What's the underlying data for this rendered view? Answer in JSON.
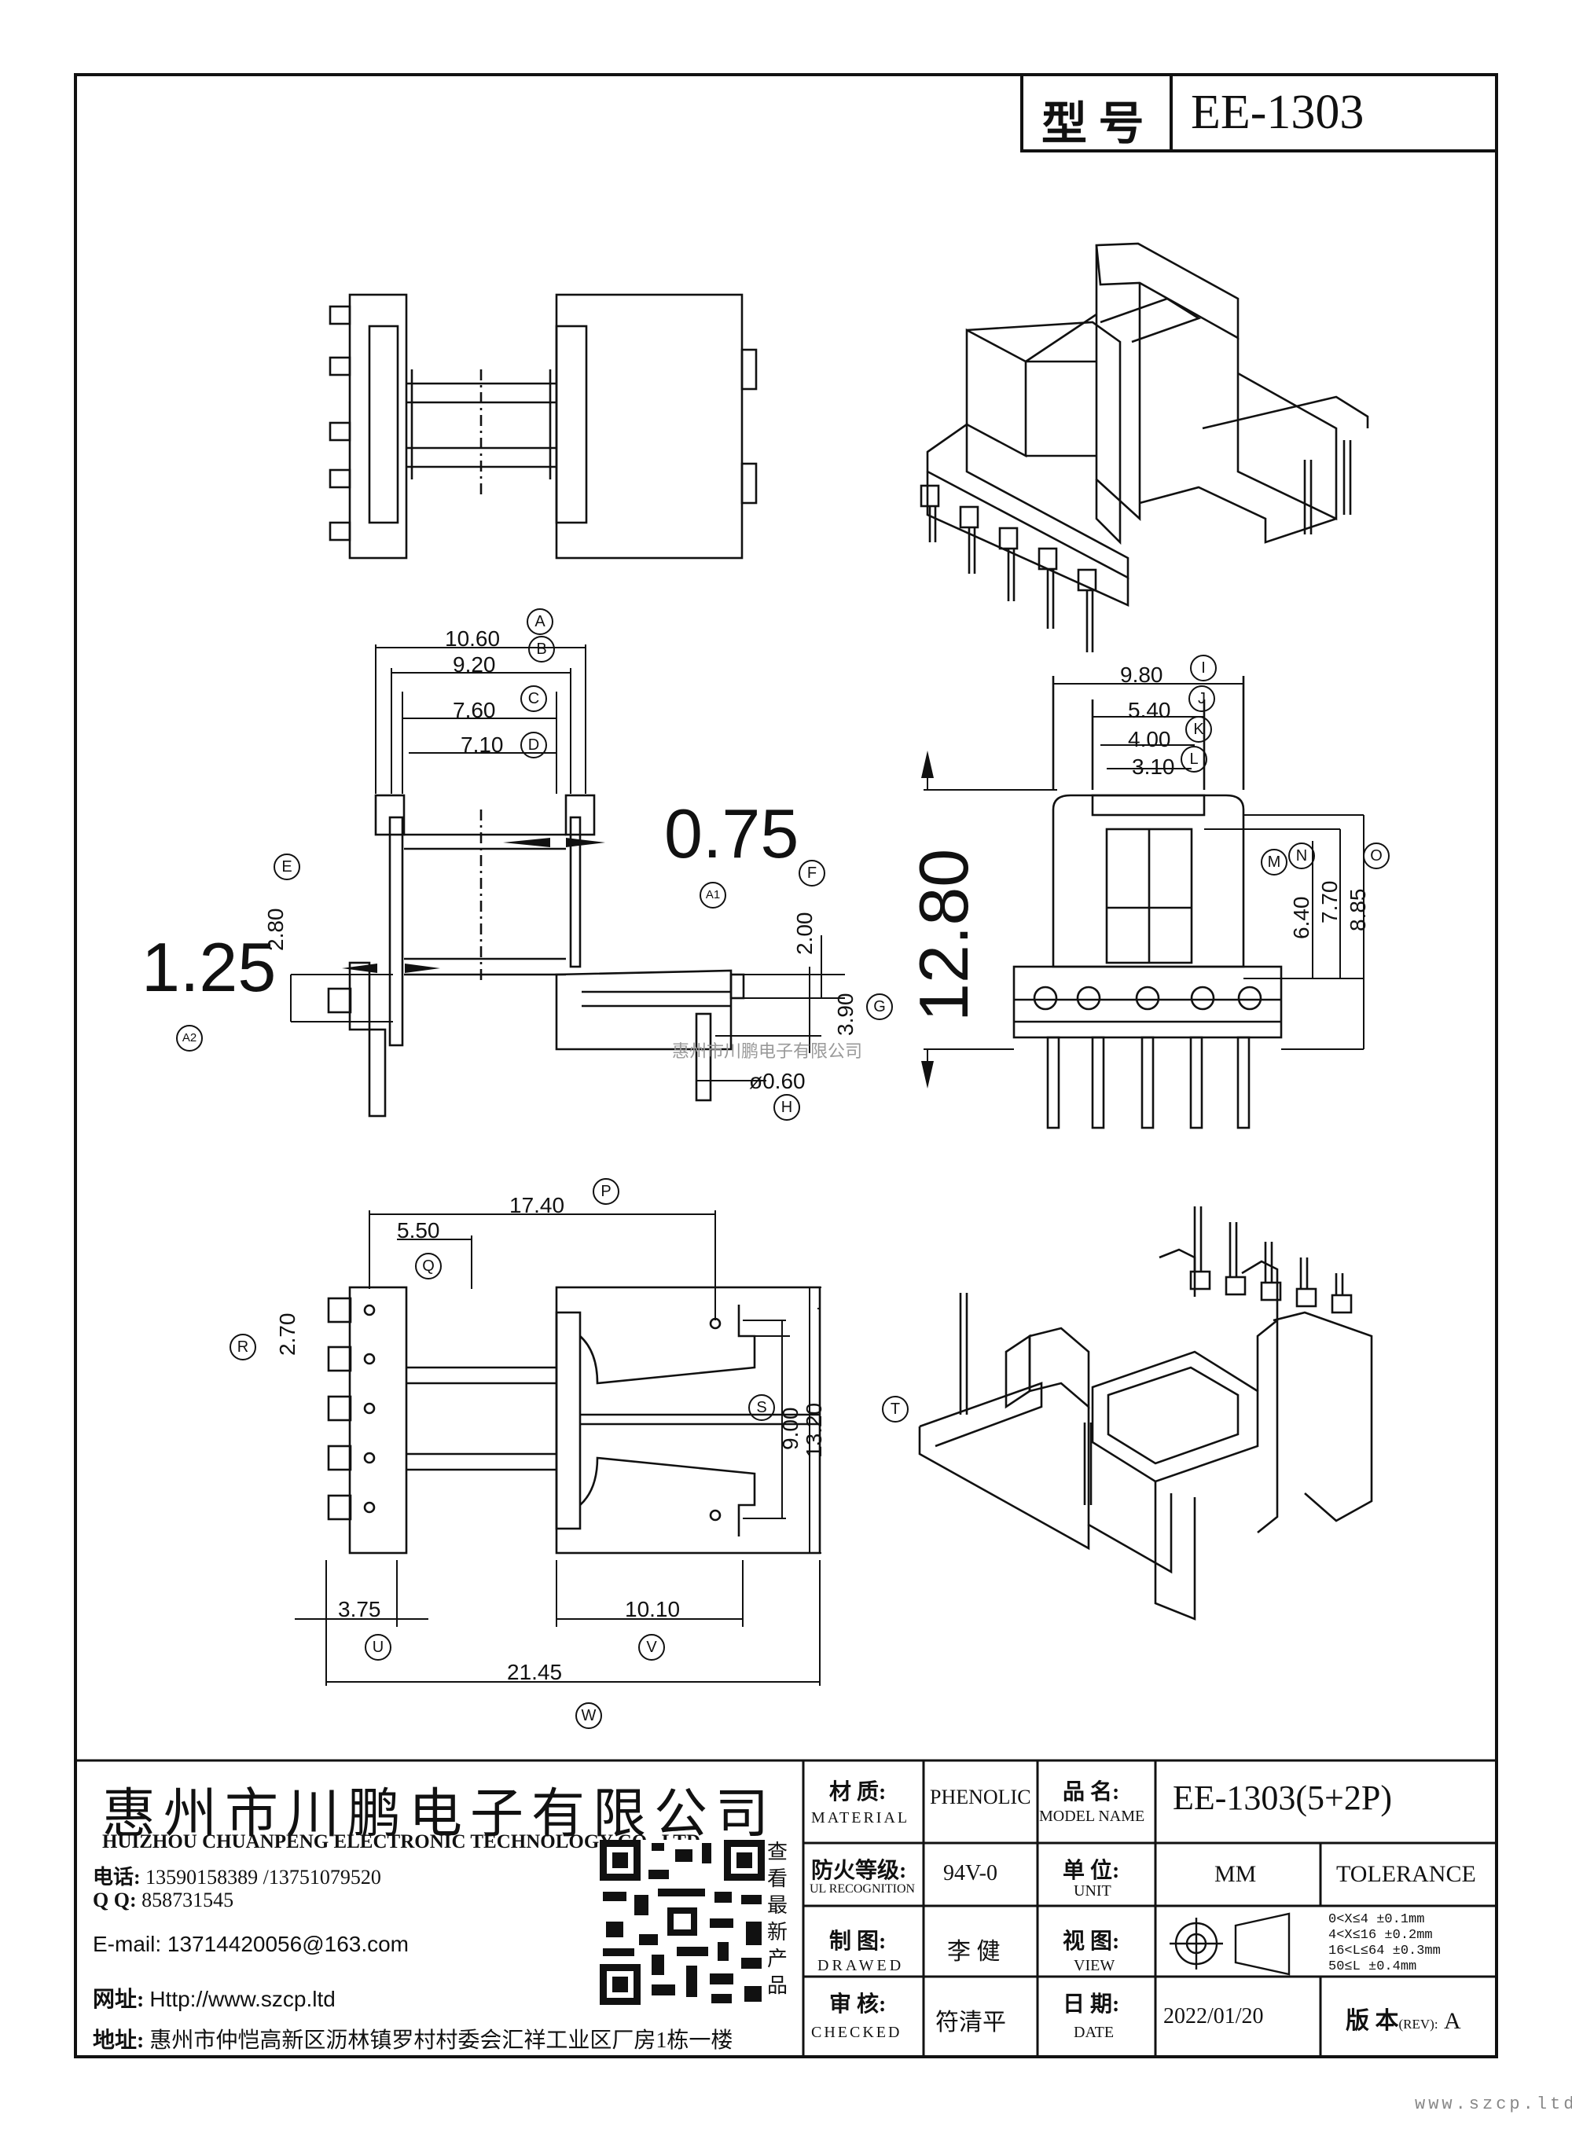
{
  "header": {
    "label": "型  号",
    "model": "EE-1303"
  },
  "dims": {
    "A": "10.60",
    "B": "9.20",
    "C": "7.60",
    "D": "7.10",
    "E": "2.80",
    "F": "0.75",
    "A1_val": "1.25",
    "G_top": "2.00",
    "G": "3.90",
    "H": "ø0.60",
    "I": "9.80",
    "J": "5.40",
    "K": "4.00",
    "L": "3.10",
    "M": "6.40",
    "N": "7.70",
    "O": "8.85",
    "height": "12.80",
    "P": "17.40",
    "Q": "5.50",
    "R": "2.70",
    "S": "9.00",
    "T": "13.20",
    "U": "3.75",
    "V": "10.10",
    "W": "21.45"
  },
  "dim_tags": [
    "A",
    "B",
    "C",
    "D",
    "E",
    "F",
    "A1",
    "A2",
    "G",
    "H",
    "I",
    "J",
    "K",
    "L",
    "M",
    "N",
    "O",
    "P",
    "Q",
    "R",
    "S",
    "T",
    "U",
    "V",
    "W"
  ],
  "watermark": "惠州市川鹏电子有限公司",
  "company": {
    "name_cn": "惠州市川鹏电子有限公司",
    "name_en": "HUIZHOU CHUANPENG ELECTRONIC TECHNOLOGY CO., LTD",
    "tel_label": "电话:",
    "tel": "13590158389 /13751079520",
    "qq_label": "Q Q:",
    "qq": "858731545",
    "email": "E-mail: 13714420056@163.com",
    "web_label": "网址:",
    "web": "Http://www.szcp.ltd",
    "addr_label": "地址:",
    "addr": "惠州市仲恺高新区沥林镇罗村村委会汇祥工业区厂房1栋一楼",
    "qr_caption": [
      "查",
      "看",
      "最",
      "新",
      "产",
      "品"
    ]
  },
  "spec": {
    "material_cn": "材  质:",
    "material_en": "MATERIAL",
    "material": "PHENOLIC",
    "model_cn": "品  名:",
    "model_en": "MODEL NAME",
    "model": "EE-1303(5+2P)",
    "fire_cn": "防火等级:",
    "fire_en": "UL RECOGNITION",
    "fire": "94V-0",
    "unit_cn": "单  位:",
    "unit_en": "UNIT",
    "unit": "MM",
    "tolerance": "TOLERANCE",
    "drawn_cn": "制  图:",
    "drawn_en": "DRAWED",
    "drawn": "李  健",
    "view_cn": "视  图:",
    "view_en": "VIEW",
    "tol": [
      "0<X≤4    ±0.1mm",
      "4<X≤16   ±0.2mm",
      "16<L≤64 ±0.3mm",
      "50≤L     ±0.4mm"
    ],
    "checked_cn": "审  核:",
    "checked_en": "CHECKED",
    "checked": "符清平",
    "date_cn": "日  期:",
    "date_en": "DATE",
    "date": "2022/01/20",
    "rev_label": "版 本",
    "rev_small": "(REV):",
    "rev": "A"
  },
  "site": "www.szcp.ltd"
}
